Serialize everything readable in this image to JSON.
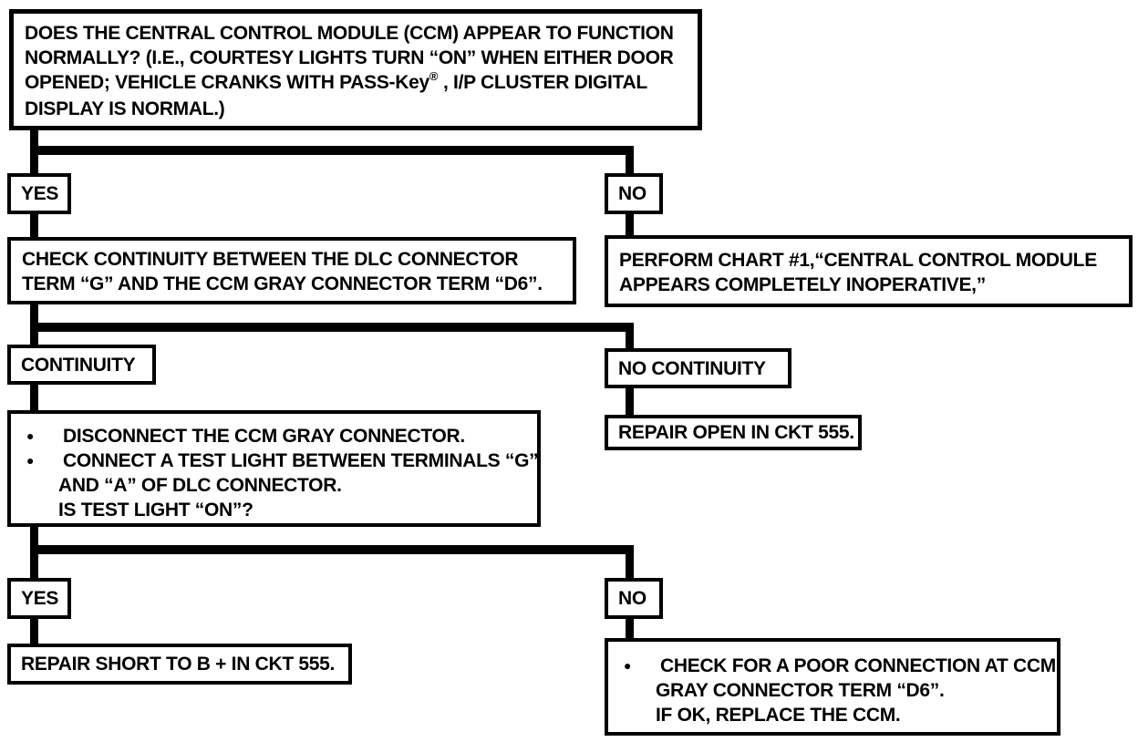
{
  "page": {
    "background": "#ffffff",
    "ink": "#000000"
  },
  "flowchart": {
    "question": {
      "line1": "DOES THE CENTRAL CONTROL MODULE (CCM) APPEAR TO FUNCTION",
      "line2": "NORMALLY?  (I.E., COURTESY LIGHTS TURN “ON” WHEN EITHER DOOR",
      "line3_pre": "OPENED; VEHICLE CRANKS WITH PASS-Key",
      "line3_reg": "®",
      "line3_post": " ,  I/P CLUSTER DIGITAL",
      "line4": "DISPLAY IS NORMAL.)"
    },
    "yes1": "YES",
    "no1": "NO",
    "check": {
      "line1": "CHECK CONTINUITY BETWEEN THE DLC CONNECTOR",
      "line2": "TERM “G” AND THE CCM GRAY CONNECTOR TERM “D6”."
    },
    "perform": {
      "line1": "PERFORM CHART #1,“CENTRAL CONTROL MODULE",
      "line2": "APPEARS COMPLETELY INOPERATIVE,”"
    },
    "continuity": "CONTINUITY",
    "no_continuity": "NO CONTINUITY",
    "steps": {
      "bullet": "●",
      "item1": "DISCONNECT THE CCM GRAY CONNECTOR.",
      "item2_line1": "CONNECT A TEST LIGHT BETWEEN TERMINALS “G”",
      "item2_line2": "AND “A” OF DLC CONNECTOR.",
      "item2_line3": "IS TEST LIGHT “ON”?"
    },
    "repair_open": "REPAIR OPEN IN CKT 555.",
    "yes2": "YES",
    "no2": "NO",
    "repair_short": "REPAIR SHORT TO B +  IN CKT 555.",
    "final": {
      "bullet": "●",
      "line1": "CHECK FOR A POOR CONNECTION AT CCM",
      "line2": "GRAY CONNECTOR TERM “D6”.",
      "line3": "IF OK, REPLACE THE CCM."
    }
  }
}
